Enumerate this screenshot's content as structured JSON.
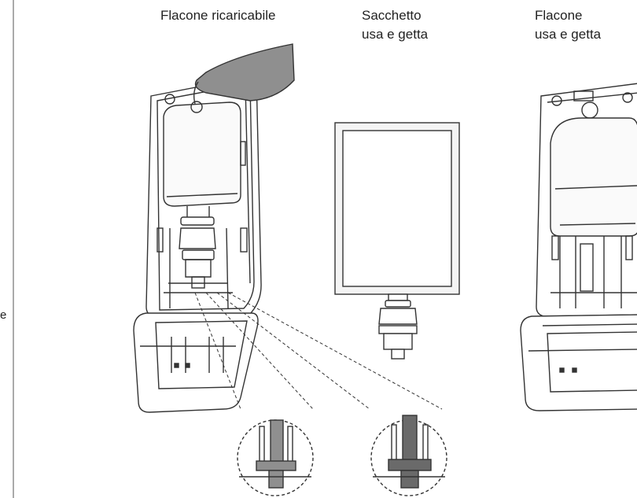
{
  "labels": {
    "refillable": "Flacone ricaricabile",
    "bag": {
      "line1": "Sacchetto",
      "line2": "usa e getta"
    },
    "bottle": {
      "line1": "Flacone",
      "line2": "usa e getta"
    },
    "edge_fragment": "e"
  },
  "colors": {
    "line": "#333333",
    "fill_gray": "#8f8f8f",
    "fill_dark": "#6a6a6a",
    "light": "#f4f4f4"
  }
}
